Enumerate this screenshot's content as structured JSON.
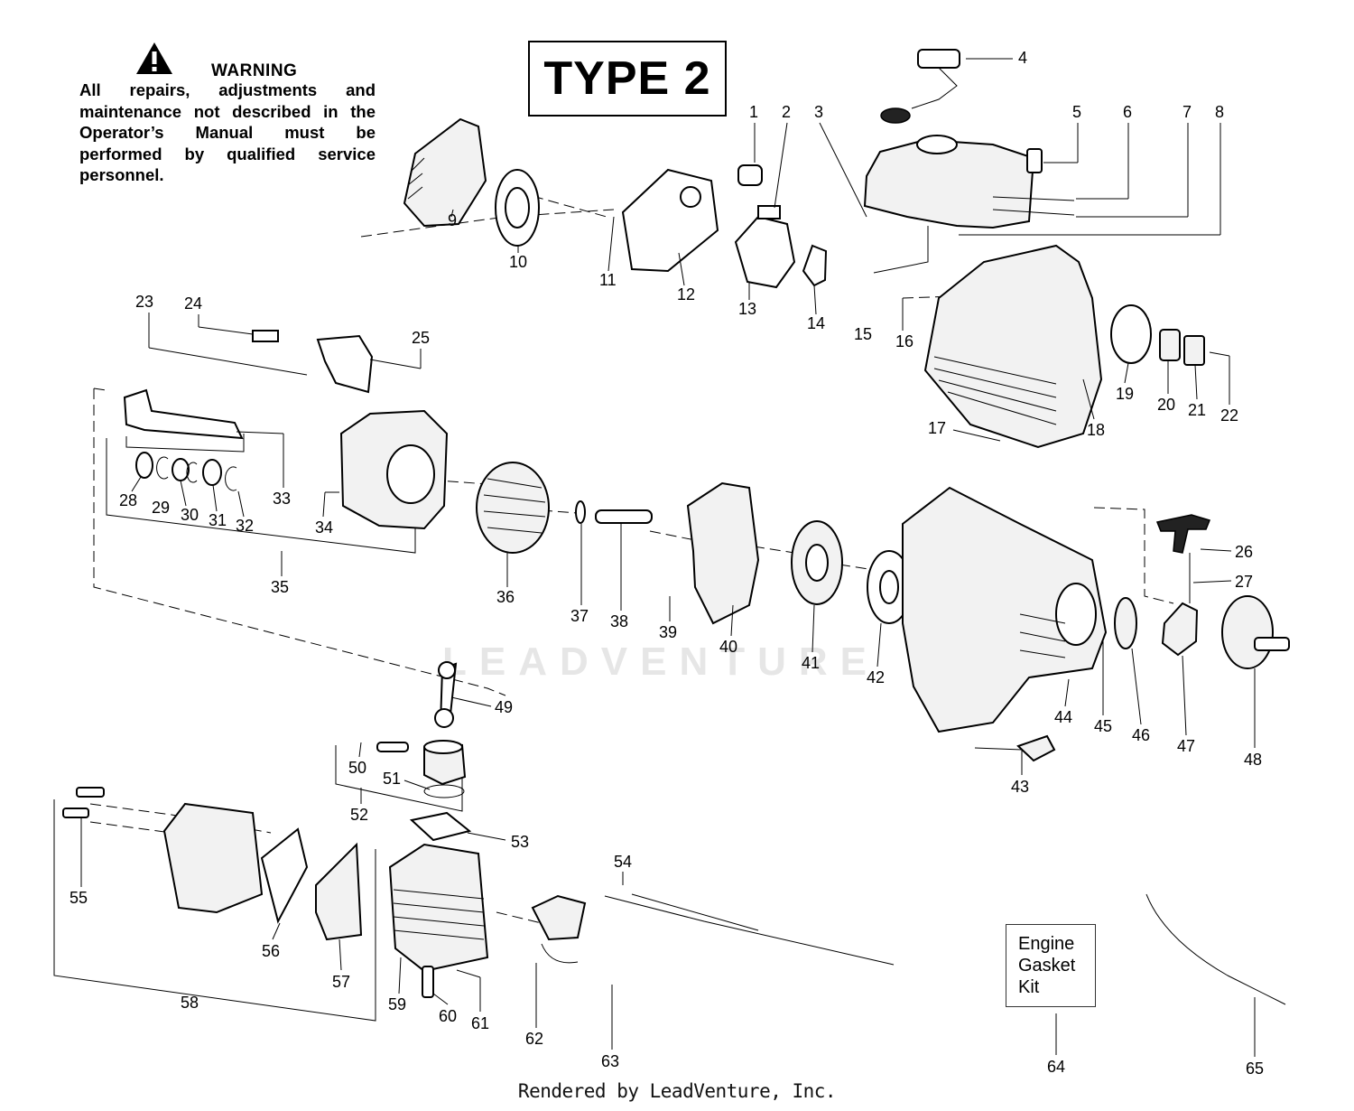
{
  "warning": {
    "icon": "warning-triangle-icon",
    "title": "WARNING",
    "text": "All repairs, adjustments and maintenance not described in the Operator’s Manual must be performed by qualified service personnel."
  },
  "type_label": "TYPE 2",
  "kit_label": [
    "Engine",
    "Gasket",
    "Kit"
  ],
  "watermark": "LEADVENTURE",
  "footer": "Rendered by LeadVenture, Inc.",
  "callouts": [
    "1",
    "2",
    "3",
    "4",
    "5",
    "6",
    "7",
    "8",
    "9",
    "10",
    "11",
    "12",
    "13",
    "14",
    "15",
    "16",
    "17",
    "18",
    "19",
    "20",
    "21",
    "22",
    "23",
    "24",
    "25",
    "26",
    "27",
    "28",
    "29",
    "30",
    "31",
    "32",
    "33",
    "34",
    "35",
    "36",
    "37",
    "38",
    "39",
    "40",
    "41",
    "42",
    "43",
    "44",
    "45",
    "46",
    "47",
    "48",
    "49",
    "50",
    "51",
    "52",
    "53",
    "54",
    "55",
    "56",
    "57",
    "58",
    "59",
    "60",
    "61",
    "62",
    "63",
    "64",
    "65"
  ]
}
